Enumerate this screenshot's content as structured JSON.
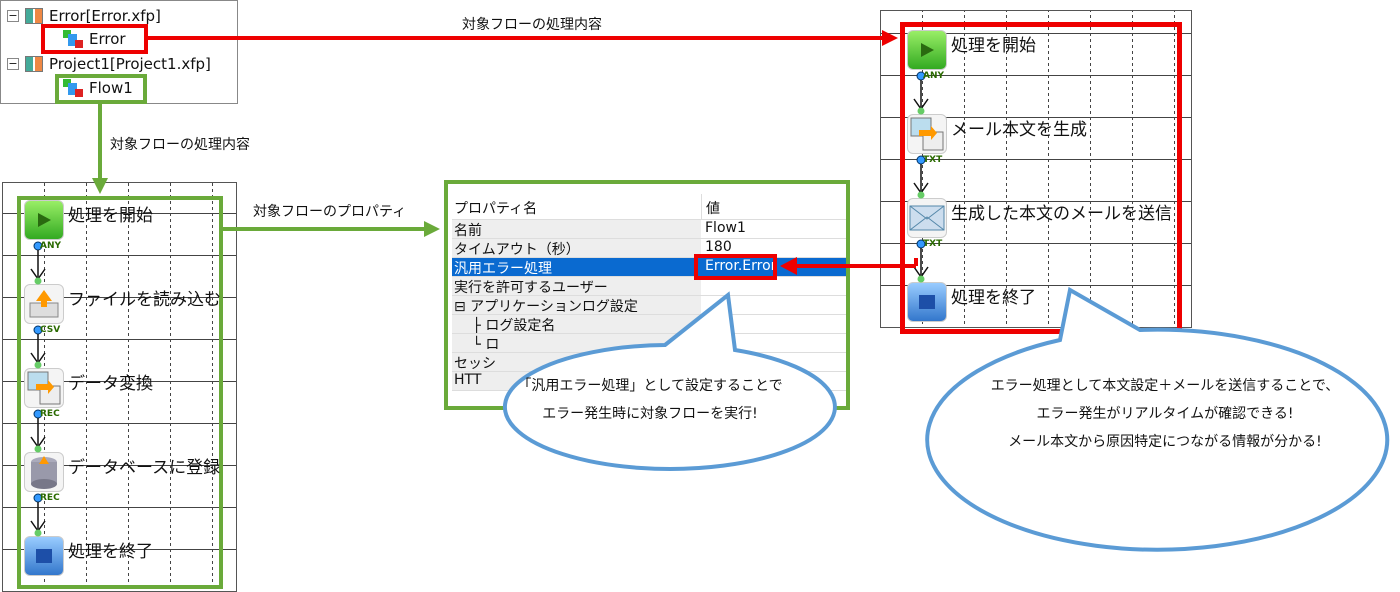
{
  "tree": {
    "projects": [
      {
        "label": "Error[Error.xfp]",
        "flow": "Error"
      },
      {
        "label": "Project1[Project1.xfp]",
        "flow": "Flow1"
      }
    ]
  },
  "annotations": {
    "top_arrow": "対象フローの処理内容",
    "down_arrow": "対象フローの処理内容",
    "right_arrow": "対象フローのプロパティ"
  },
  "flow1": {
    "nodes": [
      {
        "label": "処理を開始",
        "icon": "play-icon"
      },
      {
        "label": "ファイルを読み込む",
        "icon": "file-read-icon"
      },
      {
        "label": "データ変換",
        "icon": "data-convert-icon"
      },
      {
        "label": "データベースに登録",
        "icon": "database-icon"
      },
      {
        "label": "処理を終了",
        "icon": "stop-icon"
      }
    ],
    "connectors": [
      "ANY",
      "CSV",
      "REC",
      "REC"
    ]
  },
  "error_flow": {
    "nodes": [
      {
        "label": "処理を開始",
        "icon": "play-icon"
      },
      {
        "label": "メール本文を生成",
        "icon": "data-convert-icon"
      },
      {
        "label": "生成した本文のメールを送信",
        "icon": "mail-icon"
      },
      {
        "label": "処理を終了",
        "icon": "stop-icon"
      }
    ],
    "connectors": [
      "ANY",
      "TXT",
      "TXT"
    ]
  },
  "properties": {
    "header": {
      "name": "プロパティ名",
      "value": "値"
    },
    "rows": [
      {
        "name": "名前",
        "value": "Flow1"
      },
      {
        "name": "タイムアウト（秒）",
        "value": "180"
      },
      {
        "name": "汎用エラー処理",
        "value": "Error.Error",
        "selected": true
      },
      {
        "name": "実行を許可するユーザー",
        "value": ""
      },
      {
        "name": "⊟ アプリケーションログ設定",
        "value": ""
      },
      {
        "name": "　 ├ ログ設定名",
        "value": ""
      },
      {
        "name": "　 └ ロ",
        "value": ""
      },
      {
        "name": "セッシ",
        "value": ""
      },
      {
        "name": "HTT",
        "value": ""
      }
    ]
  },
  "callouts": {
    "left": [
      "「汎用エラー処理」として設定することで",
      "エラー発生時に対象フローを実行!"
    ],
    "right": [
      "エラー処理として本文設定＋メールを送信することで、",
      "エラー発生がリアルタイムが確認できる!",
      "メール本文から原因特定につながる情報が分かる!"
    ]
  },
  "colors": {
    "red": "#ee0000",
    "green": "#6aaa3a",
    "blue": "#5b9bd5",
    "selection": "#0a6ad0"
  }
}
